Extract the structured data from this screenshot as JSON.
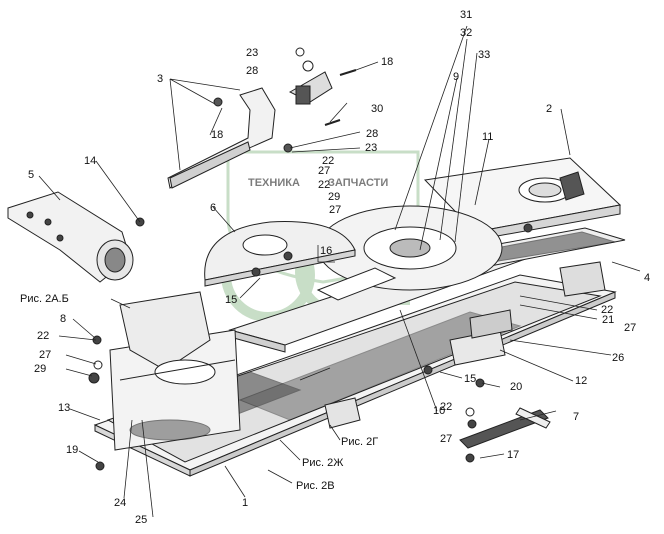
{
  "watermark": {
    "word_left": "ТЕХНИКА",
    "word_right": "ЗАПЧАСТИ",
    "color": "#9cc49a"
  },
  "callouts": {
    "c1": "1",
    "c2": "2",
    "c3": "3",
    "c4": "4",
    "c5": "5",
    "c6": "6",
    "c7": "7",
    "c8": "8",
    "c9": "9",
    "c10": "10",
    "c11": "11",
    "c12": "12",
    "c13": "13",
    "c14": "14",
    "c15a": "15",
    "c15b": "15",
    "c16": "16",
    "c17": "17",
    "c18a": "18",
    "c18b": "18",
    "c19": "19",
    "c20": "20",
    "c21": "21",
    "c22a": "22",
    "c22b": "22",
    "c22c": "22",
    "c22d": "22",
    "c22e": "22",
    "c23a": "23",
    "c23b": "23",
    "c24": "24",
    "c25": "25",
    "c26": "26",
    "c27a": "27",
    "c27b": "27",
    "c27c": "27",
    "c27d": "27",
    "c27e": "27",
    "c28a": "28",
    "c28b": "28",
    "c29a": "29",
    "c29b": "29",
    "c30": "30",
    "c31": "31",
    "c32": "32",
    "c33": "33"
  },
  "refs": {
    "ris_2ab": "Рис. 2А.Б",
    "ris_2g": "Рис. 2Г",
    "ris_2zh": "Рис. 2Ж",
    "ris_2v": "Рис. 2В"
  },
  "colors": {
    "line": "#222222",
    "part_fill": "#f2f2f2",
    "dark": "#3a3a3a"
  }
}
